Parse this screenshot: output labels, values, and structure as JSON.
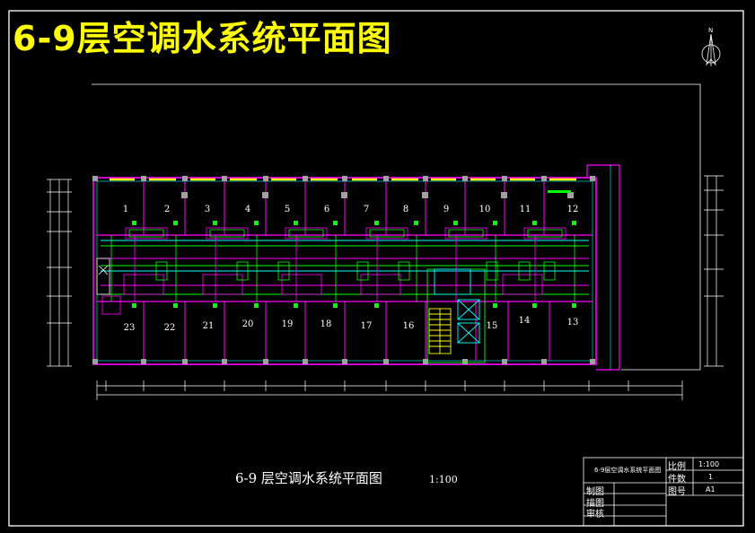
{
  "drawing": {
    "title": "6-9层空调水系统平面图",
    "subtitle": "6-9 层空调水系统平面图",
    "scale_note": "1:100",
    "rooms_top": [
      "1",
      "2",
      "3",
      "4",
      "5",
      "6",
      "7",
      "8",
      "9",
      "10",
      "11",
      "12"
    ],
    "rooms_bottom": [
      "23",
      "22",
      "21",
      "20",
      "19",
      "18",
      "17",
      "16",
      "15",
      "14",
      "13"
    ]
  },
  "title_block": {
    "drawing_name": "6-9层空调水系统平面图",
    "scale_label": "比例",
    "scale_value": "1:100",
    "count_label": "件数",
    "count_value": "1",
    "sheet_label": "图号",
    "sheet_value": "A1",
    "draw_label": "制图",
    "design_label": "描图",
    "review_label": "审核"
  },
  "colors": {
    "background": "#000000",
    "frame": "#ffffff",
    "wall": "#ff00ff",
    "pipe_supply": "#00ff00",
    "pipe_return": "#00ffff",
    "window": "#ffff00",
    "title": "#ffff00",
    "column": "#a0a0a0"
  },
  "icons": {
    "north_arrow": "north-arrow-icon"
  }
}
